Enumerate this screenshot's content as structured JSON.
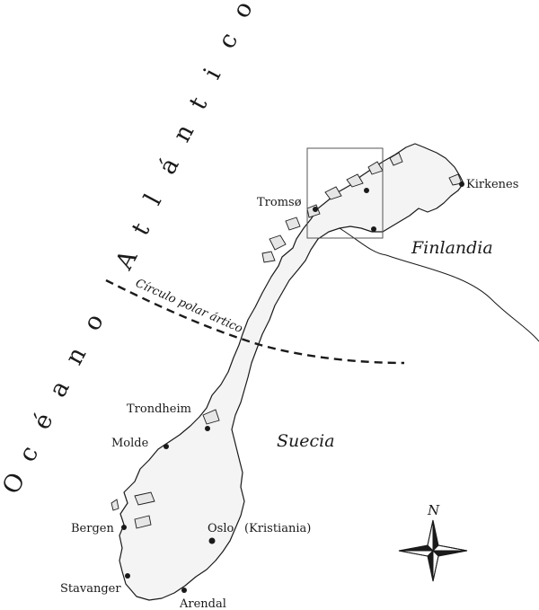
{
  "ocean": {
    "letters": [
      "O",
      "c",
      "é",
      "a",
      "n",
      "o",
      "A",
      "t",
      "l",
      "á",
      "n",
      "t",
      "i",
      "c",
      "o"
    ]
  },
  "countries": {
    "finland": "Finlandia",
    "sweden": "Suecia"
  },
  "arctic_circle": "Círculo polar ártico",
  "cities": {
    "tromso": "Tromsø",
    "kirkenes": "Kirkenes",
    "trondheim": "Trondheim",
    "molde": "Molde",
    "bergen": "Bergen",
    "oslo": "Oslo",
    "kristiania": "(Kristiania)",
    "stavanger": "Stavanger",
    "arendal": "Arendal"
  },
  "compass": {
    "north": "N"
  },
  "colors": {
    "ink": "#1a1a1a",
    "land": "#f4f4f4",
    "background": "#ffffff"
  },
  "icons": [
    "compass-rose-icon"
  ]
}
